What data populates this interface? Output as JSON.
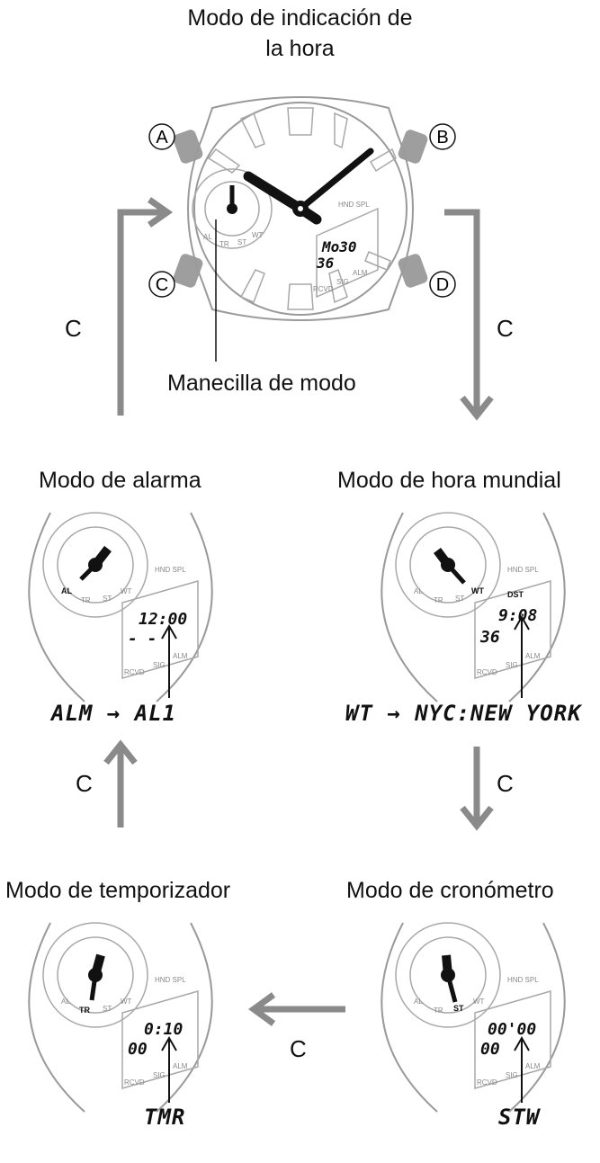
{
  "titles": {
    "timekeeping_line1": "Modo de indicación de",
    "timekeeping_line2": "la hora",
    "mode_hand": "Manecilla de modo",
    "alarm": "Modo de alarma",
    "world_time": "Modo de hora mundial",
    "timer": "Modo de temporizador",
    "stopwatch": "Modo de cronómetro"
  },
  "buttons": {
    "a": "A",
    "b": "B",
    "c": "C",
    "d": "D"
  },
  "arrow_label": "C",
  "captions": {
    "alarm": "ALM → AL1",
    "world_time": "WT → NYC:NEW YORK",
    "timer": "TMR",
    "stopwatch": "STW"
  },
  "dial_labels": {
    "hnd_spl": "HND SPL",
    "al": "AL",
    "tr": "TR",
    "st": "ST",
    "wt": "WT",
    "rcvd": "RCVD",
    "sig": "SIG",
    "alm": "ALM",
    "dst": "DST"
  },
  "displays": {
    "main_top": "Mo30",
    "main_bottom": "36",
    "alarm_top": "12:00",
    "alarm_bottom": "- -",
    "world_top": "9:08",
    "world_bottom": "36",
    "timer_top": "0:10",
    "timer_bottom": "00",
    "stopwatch_top": "00'00",
    "stopwatch_bottom": "00"
  },
  "colors": {
    "arrow": "#8a8a8a",
    "button": "#9e9e9e",
    "outline": "#a0a0a0",
    "hand": "#111111"
  }
}
